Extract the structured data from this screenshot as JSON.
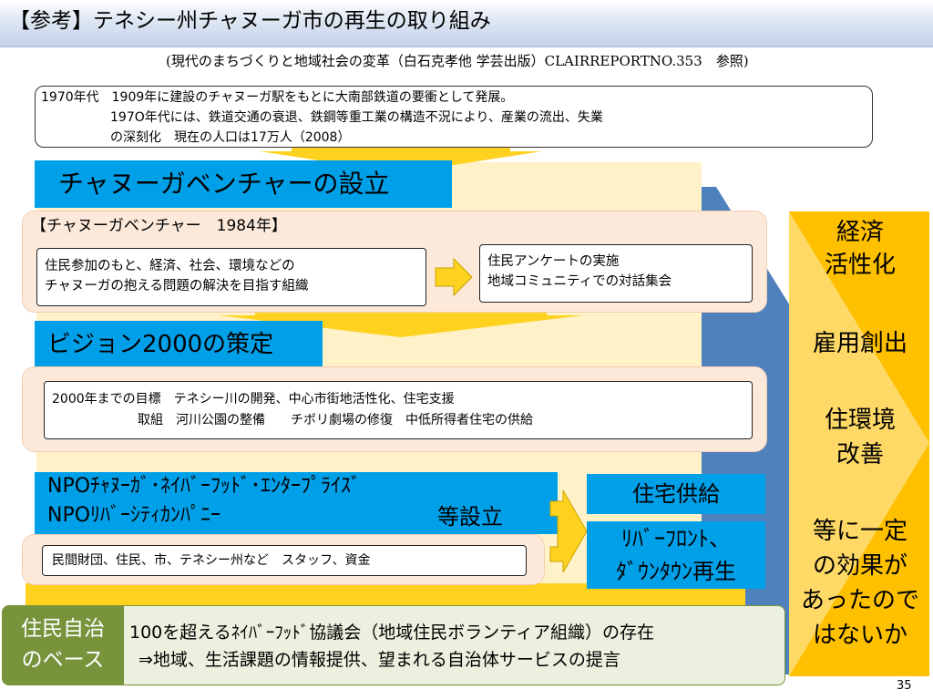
{
  "title": "【参考】テネシー州チャヌーガ市の再生の取り組み",
  "subtitle": "(現代のまちづくりと地域社会の変革（白石克孝他 学芸出版）CLAIRREPORTNO.353　参照)",
  "history": {
    "line1": "1970年代　1909年に建設のチャヌーガ駅をもとに大南部鉄道の要衝として発展。",
    "line2": "197O年代には、鉄道交通の衰退、鉄鋼等重工業の構造不況により、産業の流出、失業",
    "line3": "の深刻化　現在の人口は17万人（2008）"
  },
  "venture": {
    "heading": "チャヌーガベンチャーの設立",
    "subheading": "【チャヌーガベンチャー　1984年】",
    "purpose_line1": "住民参加のもと、経済、社会、環境などの",
    "purpose_line2": "チャヌーガの抱える問題の解決を目指す組織",
    "actions_line1": "住民アンケートの実施",
    "actions_line2": "地域コミュニティでの対話集会"
  },
  "vision": {
    "heading": "ビジョン2000の策定",
    "line1": "2000年までの目標　テネシー川の開発、中心市街地活性化、住宅支援",
    "line2": "取組　河川公園の整備　　チボリ劇場の修復　中低所得者住宅の供給"
  },
  "npo": {
    "line1": "NPOﾁｬﾇｰｶﾞ･ﾈｲﾊﾞｰﾌｯﾄﾞ･ｴﾝﾀｰﾌﾟﾗｲｽﾞ",
    "line2": "NPOﾘﾊﾞｰｼﾃｨｶﾝﾊﾟﾆｰ",
    "line2_suffix": "等設立",
    "support": "民間財団、住民、市、テネシー州など　スタッフ、資金"
  },
  "outcomes": {
    "housing": "住宅供給",
    "riverfront_line1": "ﾘﾊﾞｰﾌﾛﾝﾄ、",
    "riverfront_line2": "ﾀﾞｳﾝﾀｳﾝ再生"
  },
  "effects": {
    "line1": "経済",
    "line2": "活性化",
    "line3": "雇用創出",
    "line4": "住環境",
    "line5": "改善",
    "line6": "等に一定",
    "line7": "の効果が",
    "line8": "あったので",
    "line9": "はないか"
  },
  "base": {
    "label_line1": "住民自治",
    "label_line2": "のベース",
    "line1": "100を超えるﾈｲﾊﾞｰﾌｯﾄﾞ協議会（地域住民ボランティア組織）の存在",
    "line2": "⇒地域、生活課題の情報提供、望まれる自治体サービスの提言"
  },
  "page_number": "35",
  "colors": {
    "heading_blue": "#00a0e9",
    "arrow_yellow": "#ffd21f",
    "big_arrow_blue": "#4f81bd",
    "effects_yellow": "#ffc000",
    "base_green": "#77933c",
    "base_panel": "#ebf1de",
    "peach_panel": "#fce9da"
  }
}
